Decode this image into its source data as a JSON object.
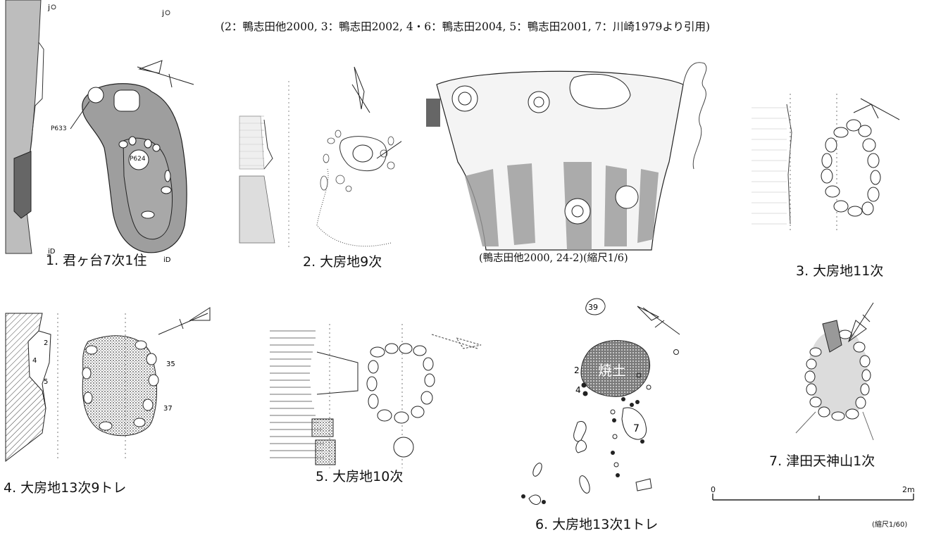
{
  "citation": "(2：鴨志田他2000, 3：鴨志田2002, 4・6：鴨志田2004, 5：鴨志田2001, 7：川崎1979より引用)",
  "pottery_caption": "(鴨志田他2000, 24-2)(縮尺1/6)",
  "figures": [
    {
      "caption": "1. 君ヶ台7次1住",
      "labels": [
        "P633",
        "P624"
      ]
    },
    {
      "caption": "2. 大房地9次"
    },
    {
      "caption": "3. 大房地11次"
    },
    {
      "caption": "4. 大房地13次9トレ"
    },
    {
      "caption": "5. 大房地10次"
    },
    {
      "caption": "6. 大房地13次1トレ",
      "labels": [
        "39",
        "焼土",
        "2",
        "4",
        "7"
      ]
    },
    {
      "caption": "7. 津田天神山1次"
    }
  ],
  "scale_bar": {
    "start": "0",
    "end": "2m",
    "note": "(縮尺1/60)"
  }
}
